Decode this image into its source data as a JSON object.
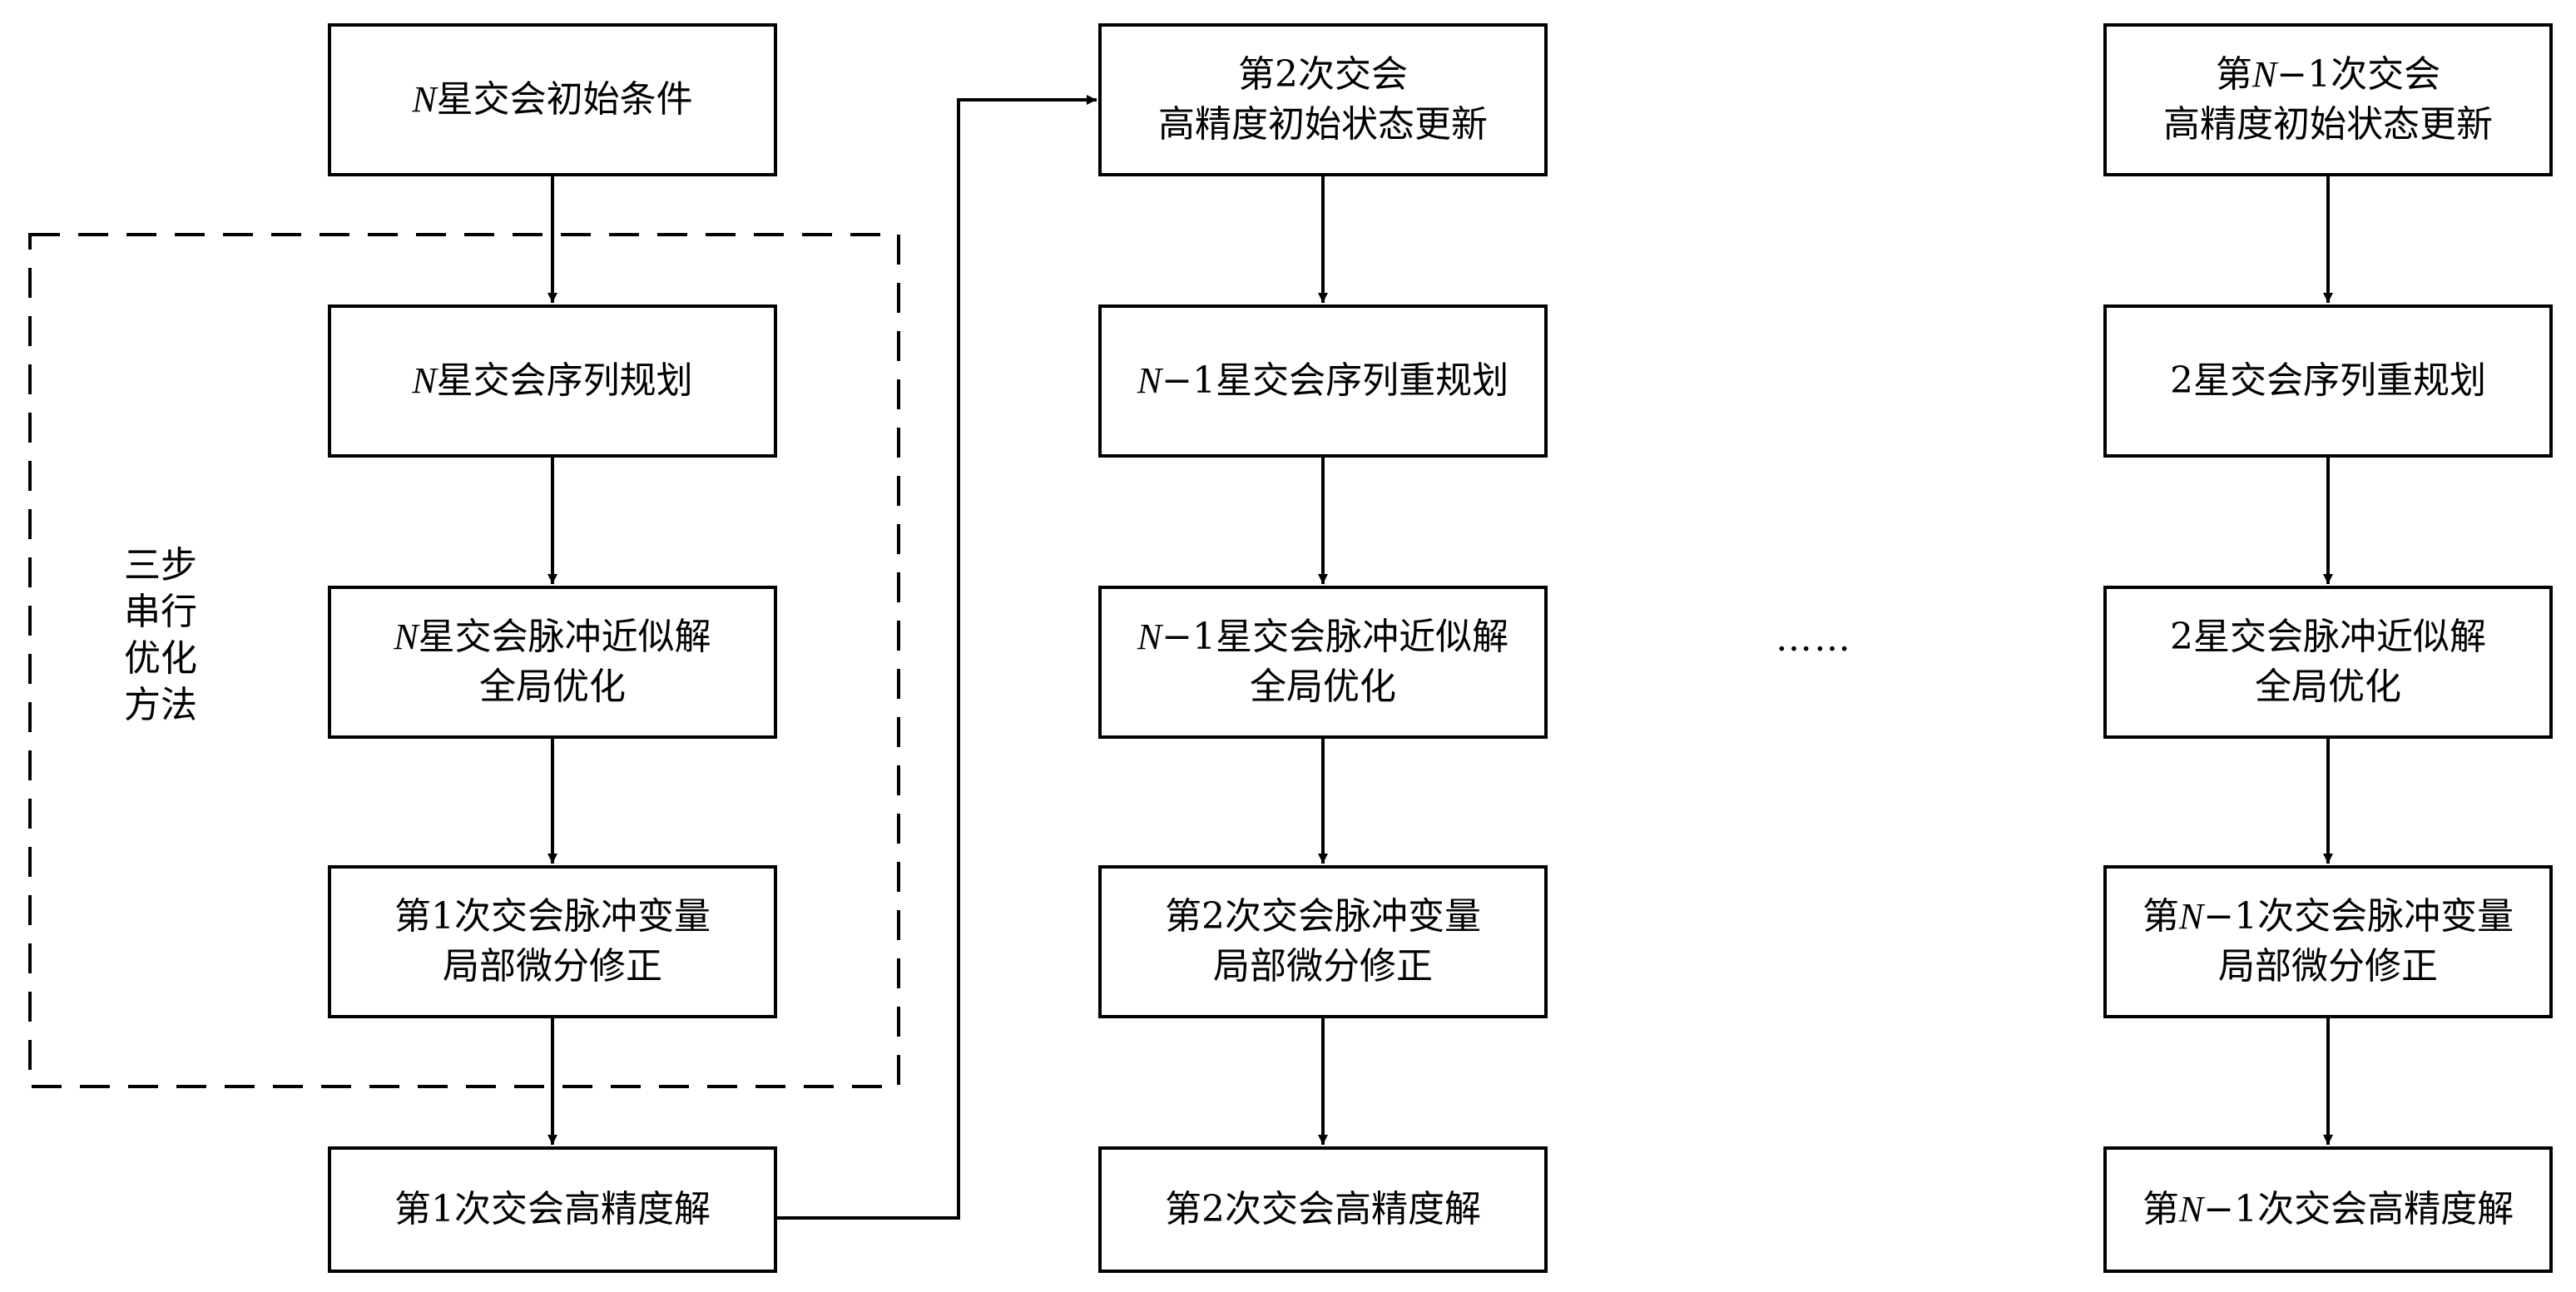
{
  "columns": [
    {
      "boxes": [
        {
          "lines": [
            "N星交会初始条件"
          ]
        },
        {
          "lines": [
            "N星交会序列规划"
          ]
        },
        {
          "lines": [
            "N星交会脉冲近似解",
            "全局优化"
          ]
        },
        {
          "lines": [
            "第1次交会脉冲变量",
            "局部微分修正"
          ]
        },
        {
          "lines": [
            "第1次交会高精度解"
          ]
        }
      ]
    },
    {
      "boxes": [
        {
          "lines": [
            "第2次交会",
            "高精度初始状态更新"
          ]
        },
        {
          "lines": [
            "N−1星交会序列重规划"
          ]
        },
        {
          "lines": [
            "N−1星交会脉冲近似解",
            "全局优化"
          ]
        },
        {
          "lines": [
            "第2次交会脉冲变量",
            "局部微分修正"
          ]
        },
        {
          "lines": [
            "第2次交会高精度解"
          ]
        }
      ]
    },
    {
      "boxes": [
        {
          "lines": [
            "第N−1次交会",
            "高精度初始状态更新"
          ]
        },
        {
          "lines": [
            "2星交会序列重规划"
          ]
        },
        {
          "lines": [
            "2星交会脉冲近似解",
            "全局优化"
          ]
        },
        {
          "lines": [
            "第N−1次交会脉冲变量",
            "局部微分修正"
          ]
        },
        {
          "lines": [
            "第N−1次交会高精度解"
          ]
        }
      ]
    }
  ],
  "group_label": {
    "lines": [
      "三步",
      "串行",
      "优化",
      "方法"
    ]
  },
  "ellipsis": "……",
  "colors": {
    "stroke": "#000000",
    "background": "#ffffff"
  }
}
